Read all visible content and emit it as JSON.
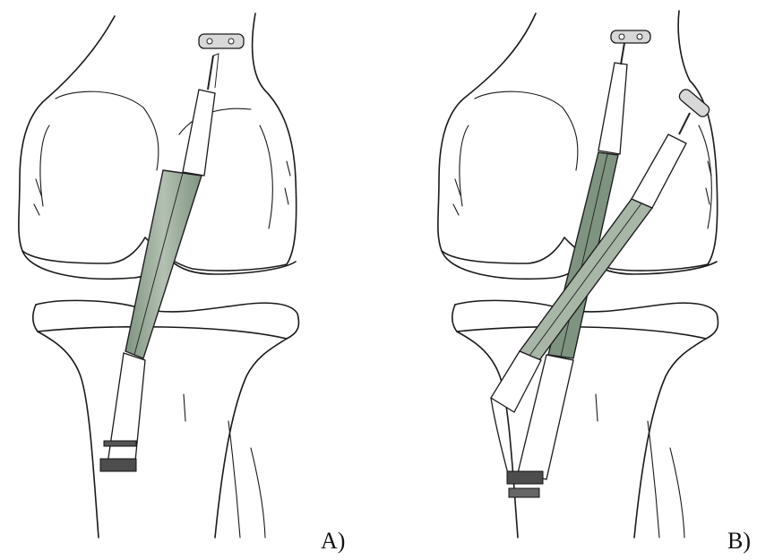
{
  "figure": {
    "panels": [
      {
        "id": "a",
        "label": "A)"
      },
      {
        "id": "b",
        "label": "B)"
      }
    ],
    "colors": {
      "graft_light": "#a7b6a6",
      "graft_dark": "#7e9480",
      "bone_line": "#1a1a1a",
      "background": "#ffffff"
    }
  }
}
